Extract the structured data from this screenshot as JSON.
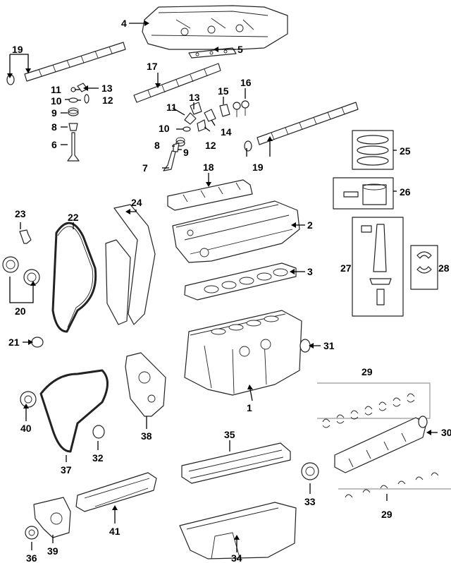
{
  "callouts": {
    "c1": "1",
    "c2": "2",
    "c3": "3",
    "c4": "4",
    "c5": "5",
    "c6": "6",
    "c7": "7",
    "c8a": "8",
    "c8b": "8",
    "c9a": "9",
    "c9b": "9",
    "c10a": "10",
    "c10b": "10",
    "c11a": "11",
    "c11b": "11",
    "c12a": "12",
    "c12b": "12",
    "c13a": "13",
    "c13b": "13",
    "c14": "14",
    "c15": "15",
    "c16": "16",
    "c17": "17",
    "c18": "18",
    "c19a": "19",
    "c19b": "19",
    "c20": "20",
    "c21": "21",
    "c22": "22",
    "c23": "23",
    "c24": "24",
    "c25": "25",
    "c26": "26",
    "c27": "27",
    "c28": "28",
    "c29a": "29",
    "c29b": "29",
    "c30": "30",
    "c31": "31",
    "c32": "32",
    "c33": "33",
    "c34": "34",
    "c35": "35",
    "c36": "36",
    "c37": "37",
    "c38": "38",
    "c39": "39",
    "c40": "40",
    "c41": "41"
  }
}
